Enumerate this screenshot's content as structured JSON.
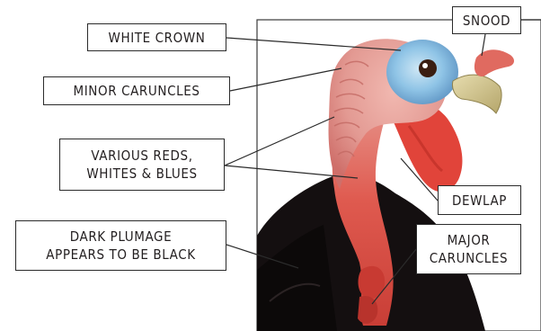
{
  "labels": {
    "white_crown": "WHITE CROWN",
    "snood": "SNOOD",
    "minor_caruncles": "MINOR CARUNCLES",
    "various_colors": {
      "line1": "VARIOUS REDS,",
      "line2": "WHITES & BLUES"
    },
    "dewlap": "DEWLAP",
    "dark_plumage": {
      "line1": "DARK PLUMAGE",
      "line2": "APPEARS TO BE BLACK"
    },
    "major_caruncles": {
      "line1": "MAJOR",
      "line2": "CARUNCLES"
    }
  },
  "colors": {
    "feathers": "#140f10",
    "head_pink": "#e39a93",
    "caruncle_red": "#d9473d",
    "dewlap_red": "#e1443a",
    "face_blue": "#8fc4e6",
    "beak": "#cfc088",
    "leader_line": "#2b2b2b"
  }
}
